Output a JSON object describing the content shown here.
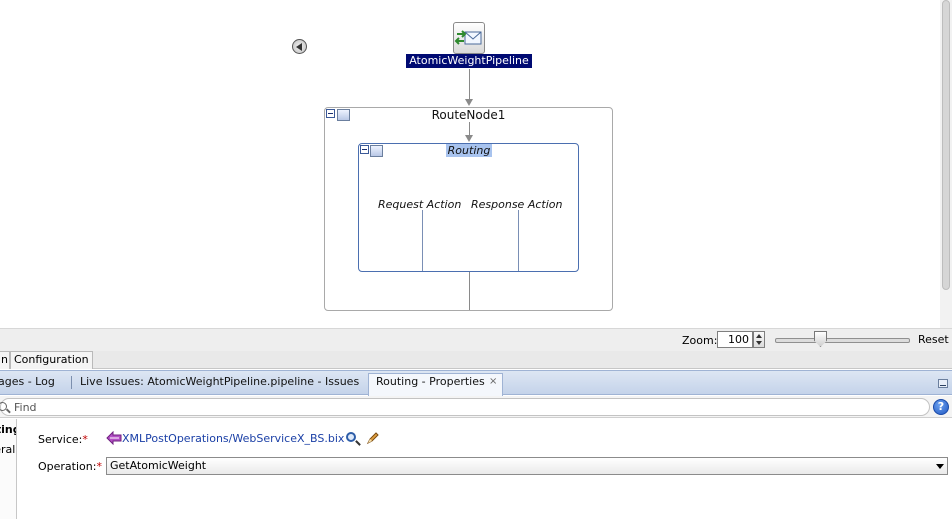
{
  "canvas": {
    "pipeline": {
      "label": "AtomicWeightPipeline",
      "icon": "pipeline-envelope-icon"
    },
    "route_node": {
      "title": "RouteNode1"
    },
    "routing": {
      "title": "Routing",
      "request_action": "Request Action",
      "response_action": "Response Action"
    }
  },
  "zoom": {
    "label": "Zoom:",
    "value": "100",
    "reset_label": "Reset"
  },
  "bottom_tabs": {
    "partial_tab": "n",
    "configuration": "Configuration"
  },
  "log_tabs": {
    "messages_log": "ages - Log",
    "live_issues": "Live Issues: AtomicWeightPipeline.pipeline - Issues",
    "routing_properties": "Routing - Properties",
    "close_glyph": "×"
  },
  "find": {
    "placeholder": "Find",
    "help_glyph": "?"
  },
  "side_tree": {
    "item1": "Routing",
    "item2": "General"
  },
  "properties": {
    "service_label": "Service:",
    "service_required": "*",
    "service_value": "XMLPostOperations/WebServiceX_BS.bix",
    "operation_label": "Operation:",
    "operation_required": "*",
    "operation_value": "GetAtomicWeight"
  },
  "colors": {
    "pipeline_label_bg": "#000a72",
    "routing_title_bg": "#a8c3ee",
    "routing_border": "#4b6fb0",
    "link": "#1a3fa6",
    "required": "#c00000"
  }
}
